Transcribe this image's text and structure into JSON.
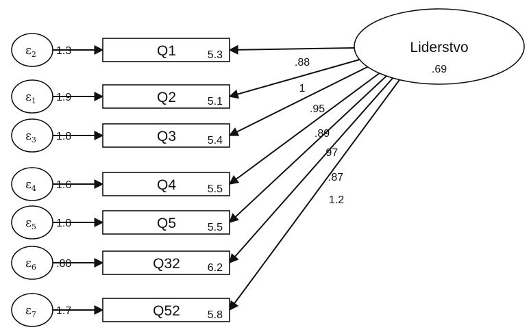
{
  "latent": {
    "name": "Liderstvo",
    "variance": ".69"
  },
  "observed": [
    {
      "name": "Q1",
      "intercept": "5.3",
      "loading": ".88",
      "error": {
        "symbol": "ε",
        "index": "2"
      },
      "error_variance": "1.3"
    },
    {
      "name": "Q2",
      "intercept": "5.1",
      "loading": "1",
      "error": {
        "symbol": "ε",
        "index": "1"
      },
      "error_variance": "1.9"
    },
    {
      "name": "Q3",
      "intercept": "5.4",
      "loading": ".95",
      "error": {
        "symbol": "ε",
        "index": "3"
      },
      "error_variance": "1.8"
    },
    {
      "name": "Q4",
      "intercept": "5.5",
      "loading": ".89",
      "error": {
        "symbol": "ε",
        "index": "4"
      },
      "error_variance": "1.6"
    },
    {
      "name": "Q5",
      "intercept": "5.5",
      "loading": ".97",
      "error": {
        "symbol": "ε",
        "index": "5"
      },
      "error_variance": "1.8"
    },
    {
      "name": "Q32",
      "intercept": "6.2",
      "loading": ".87",
      "error": {
        "symbol": "ε",
        "index": "6"
      },
      "error_variance": ".88"
    },
    {
      "name": "Q52",
      "intercept": "5.8",
      "loading": "1.2",
      "error": {
        "symbol": "ε",
        "index": "7"
      },
      "error_variance": "1.7"
    }
  ]
}
